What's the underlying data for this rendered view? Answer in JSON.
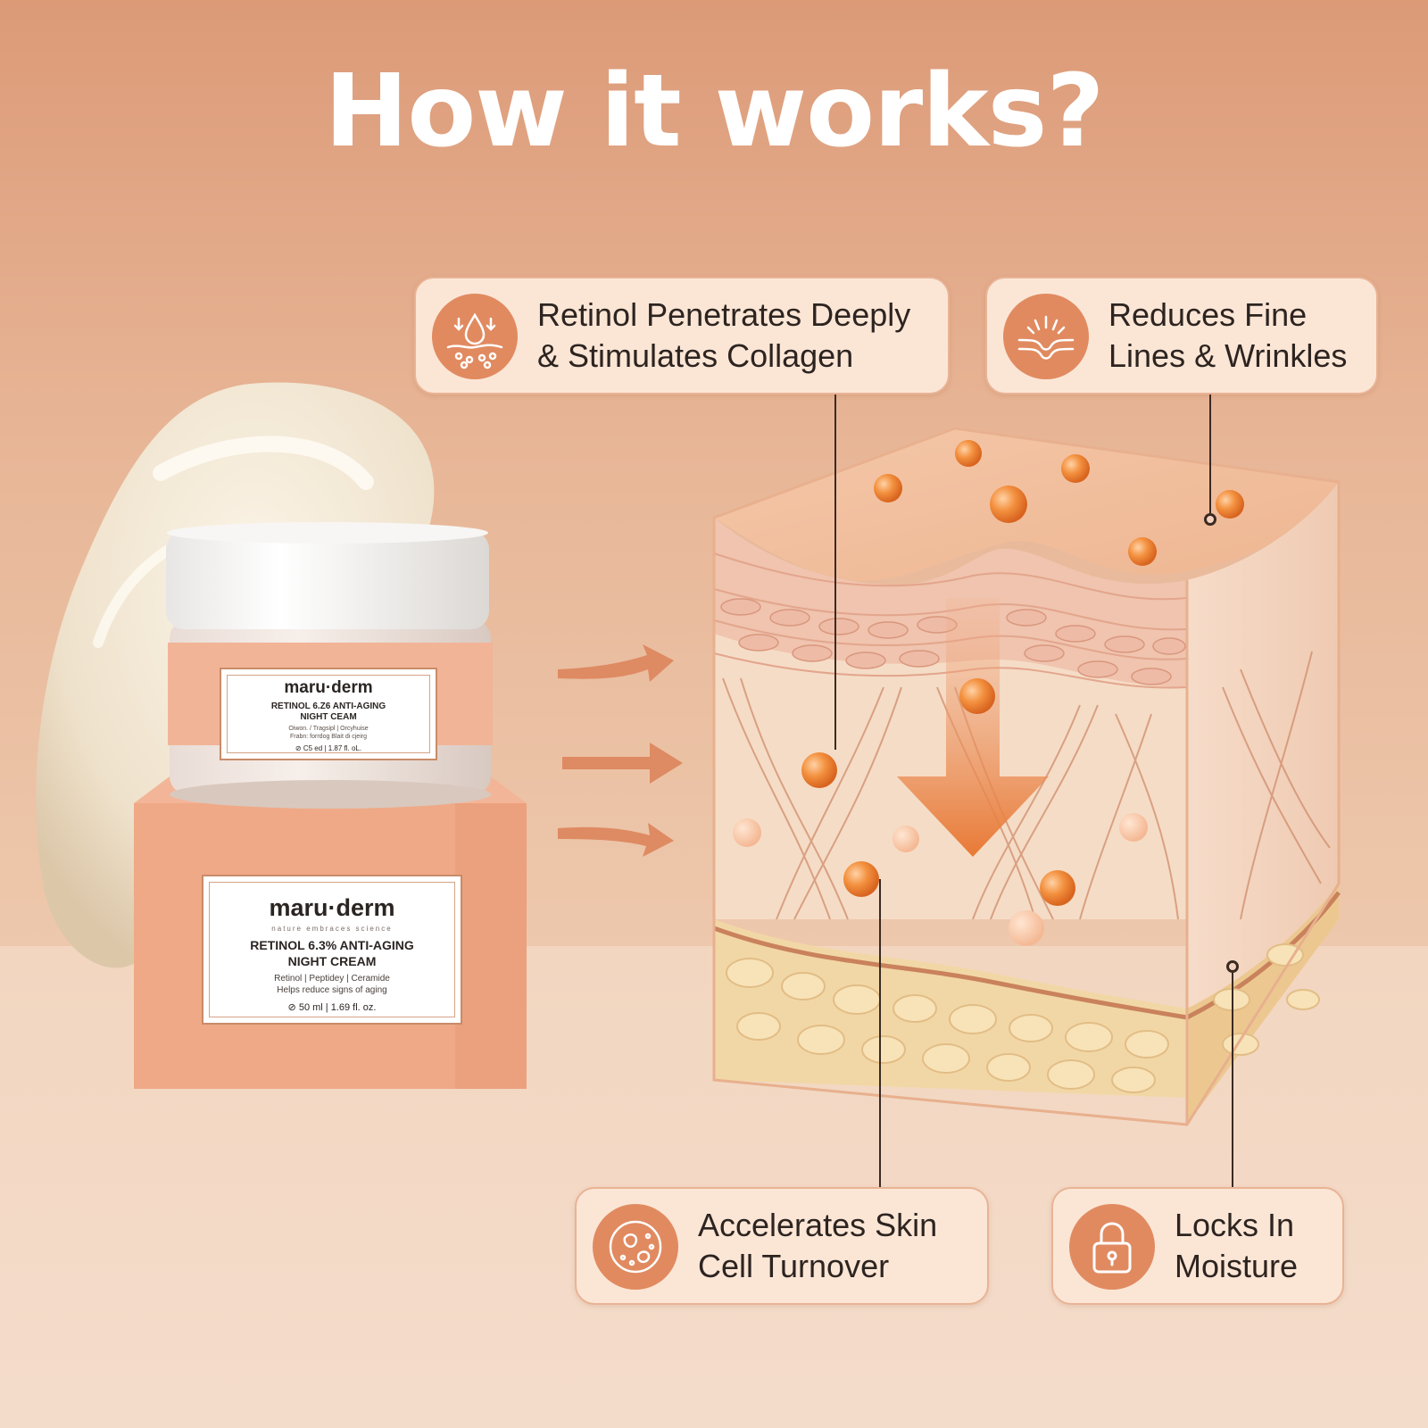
{
  "title": "How it works?",
  "callouts": {
    "retinol": {
      "line1": "Retinol Penetrates Deeply",
      "line2": "& Stimulates Collagen",
      "icon": "retinol-drop-icon"
    },
    "fine_lines": {
      "line1": "Reduces Fine",
      "line2": "Lines & Wrinkles",
      "icon": "wrinkle-icon"
    },
    "turnover": {
      "line1": "Accelerates Skin",
      "line2": "Cell Turnover",
      "icon": "skin-cell-icon"
    },
    "moisture": {
      "line1": "Locks In",
      "line2": "Moisture",
      "icon": "lock-icon"
    }
  },
  "product": {
    "jar": {
      "brand": "maru·derm",
      "name_line1": "RETINOL 6.Z6 ANTI-AGING",
      "name_line2": "NIGHT CEAM",
      "detail1": "Oiwon. / Tragsipl | Orcyhuise",
      "detail2": "Frabn: forrdog Blait di cjeirg",
      "size": "⊘ C5 ed | 1.87 fl. oL."
    },
    "box": {
      "brand": "maru·derm",
      "tagline": "nature embraces science",
      "name_line1": "RETINOL 6.3% ANTI-AGING",
      "name_line2": "NIGHT CREAM",
      "detail1": "Retinol | Peptidey | Ceramide",
      "detail2": "Helps reduce signs of aging",
      "size": "⊘ 50 ml | 1.69 fl. oz."
    }
  },
  "colors": {
    "accent": "#e18a60",
    "background": "#e7b596",
    "callout_bg": "#fbe6d6",
    "bead": "#ef8a3a"
  }
}
